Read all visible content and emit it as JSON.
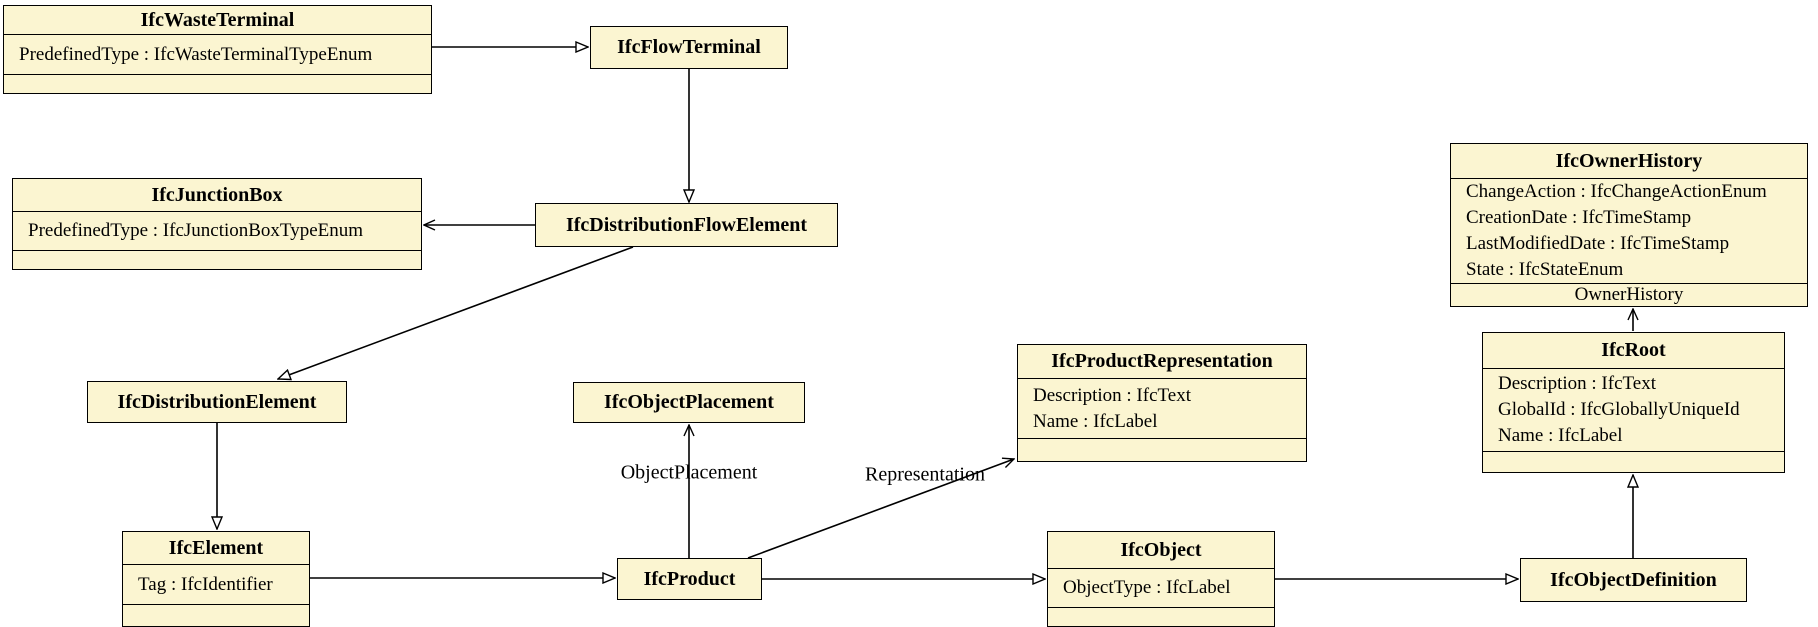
{
  "diagram": {
    "node_fill": "#fbf5d1",
    "node_border": "#000000",
    "background": "#ffffff",
    "nodes": {
      "ifcWasteTerminal": {
        "title": "IfcWasteTerminal",
        "attributes": [
          "PredefinedType : IfcWasteTerminalTypeEnum"
        ]
      },
      "ifcFlowTerminal": {
        "title": "IfcFlowTerminal"
      },
      "ifcJunctionBox": {
        "title": "IfcJunctionBox",
        "attributes": [
          "PredefinedType : IfcJunctionBoxTypeEnum"
        ]
      },
      "ifcDistributionFlowElement": {
        "title": "IfcDistributionFlowElement"
      },
      "ifcOwnerHistory": {
        "title": "IfcOwnerHistory",
        "attributes": [
          "ChangeAction : IfcChangeActionEnum",
          "CreationDate : IfcTimeStamp",
          "LastModifiedDate : IfcTimeStamp",
          "State : IfcStateEnum"
        ],
        "footer": "OwnerHistory"
      },
      "ifcDistributionElement": {
        "title": "IfcDistributionElement"
      },
      "ifcObjectPlacement": {
        "title": "IfcObjectPlacement"
      },
      "ifcProductRepresentation": {
        "title": "IfcProductRepresentation",
        "attributes": [
          "Description : IfcText",
          "Name : IfcLabel"
        ]
      },
      "ifcRoot": {
        "title": "IfcRoot",
        "attributes": [
          "Description : IfcText",
          "GlobalId : IfcGloballyUniqueId",
          "Name : IfcLabel"
        ]
      },
      "ifcElement": {
        "title": "IfcElement",
        "attributes": [
          "Tag : IfcIdentifier"
        ]
      },
      "ifcProduct": {
        "title": "IfcProduct"
      },
      "ifcObject": {
        "title": "IfcObject",
        "attributes": [
          "ObjectType : IfcLabel"
        ]
      },
      "ifcObjectDefinition": {
        "title": "IfcObjectDefinition"
      }
    },
    "edge_labels": {
      "object_placement": "ObjectPlacement",
      "representation": "Representation"
    },
    "edges": [
      {
        "from": "IfcWasteTerminal",
        "to": "IfcFlowTerminal",
        "arrow": "hollow-triangle"
      },
      {
        "from": "IfcFlowTerminal",
        "to": "IfcDistributionFlowElement",
        "arrow": "hollow-triangle"
      },
      {
        "from": "IfcDistributionFlowElement",
        "to": "IfcJunctionBox",
        "arrow": "thin-arrow"
      },
      {
        "from": "IfcDistributionFlowElement",
        "to": "IfcDistributionElement",
        "arrow": "hollow-triangle"
      },
      {
        "from": "IfcDistributionElement",
        "to": "IfcElement",
        "arrow": "hollow-triangle"
      },
      {
        "from": "IfcElement",
        "to": "IfcProduct",
        "arrow": "hollow-triangle"
      },
      {
        "from": "IfcProduct",
        "to": "IfcObjectPlacement",
        "arrow": "thin-arrow",
        "label": "ObjectPlacement"
      },
      {
        "from": "IfcProduct",
        "to": "IfcProductRepresentation",
        "arrow": "thin-arrow",
        "label": "Representation"
      },
      {
        "from": "IfcProduct",
        "to": "IfcObject",
        "arrow": "hollow-triangle"
      },
      {
        "from": "IfcObject",
        "to": "IfcObjectDefinition",
        "arrow": "hollow-triangle"
      },
      {
        "from": "IfcObjectDefinition",
        "to": "IfcRoot",
        "arrow": "hollow-triangle"
      },
      {
        "from": "IfcRoot",
        "to": "IfcOwnerHistory",
        "arrow": "thin-arrow",
        "label": "OwnerHistory"
      }
    ]
  }
}
